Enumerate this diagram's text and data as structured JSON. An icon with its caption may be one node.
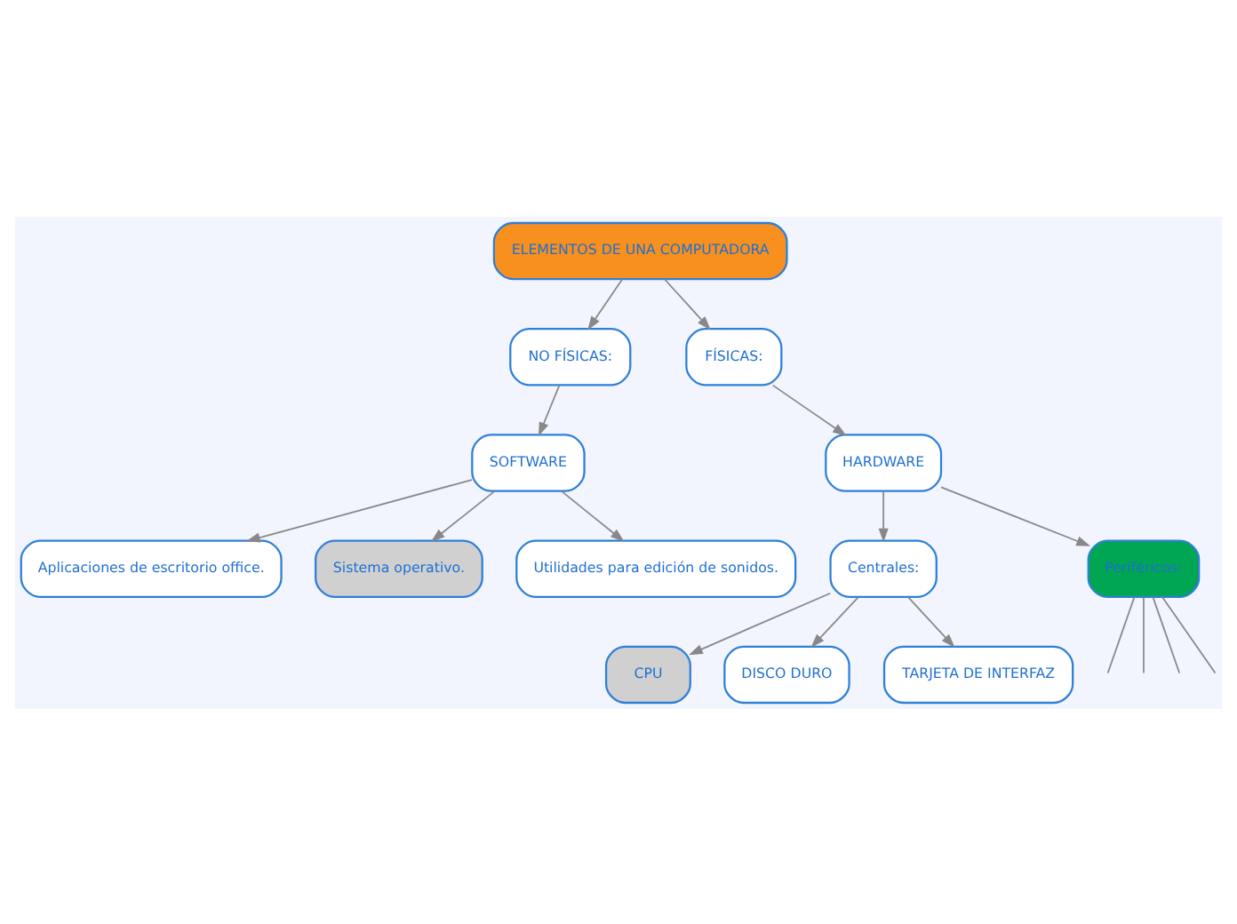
{
  "diagram": {
    "nodes": [
      {
        "text": [
          "ELEMENTOS DE UNA COMPUTADORA"
        ]
      },
      {
        "text": [
          "NO FÍSICAS:"
        ]
      },
      {
        "text": [
          "FÍSICAS:"
        ]
      },
      {
        "text": [
          "SOFTWARE"
        ]
      },
      {
        "text": [
          "HARDWARE"
        ]
      },
      {
        "text": [
          "Aplicaciones de escritorio office."
        ]
      },
      {
        "text": [
          "Sistema operativo."
        ]
      },
      {
        "text": [
          "Utilidades para edición de sonidos."
        ]
      },
      {
        "text": [
          "Centrales:"
        ]
      },
      {
        "text": [
          "Periféricos:"
        ]
      },
      {
        "text": [
          "CPU"
        ]
      },
      {
        "text": [
          "DISCO DURO"
        ]
      },
      {
        "text": [
          "TARJETA DE INTERFAZ"
        ]
      }
    ],
    "edges": [
      {
        "from": 0,
        "to": 1,
        "arrow": "to"
      },
      {
        "from": 0,
        "to": 2,
        "arrow": "to"
      },
      {
        "from": 1,
        "to": 3,
        "arrow": "to"
      },
      {
        "from": 2,
        "to": 4,
        "arrow": "to"
      },
      {
        "from": 3,
        "to": 5,
        "arrow": "to"
      },
      {
        "from": 3,
        "to": 6,
        "arrow": "to"
      },
      {
        "from": 3,
        "to": 7,
        "arrow": "to"
      },
      {
        "from": 4,
        "to": 8,
        "arrow": "to"
      },
      {
        "from": 4,
        "to": 9,
        "arrow": "to"
      },
      {
        "from": 8,
        "to": 10,
        "arrow": "to"
      },
      {
        "from": 8,
        "to": 11,
        "arrow": "to"
      },
      {
        "from": 8,
        "to": 12,
        "arrow": "to"
      },
      {
        "from": 9,
        "to": null,
        "arrow": "none"
      },
      {
        "from": 9,
        "to": null,
        "arrow": "none"
      },
      {
        "from": 9,
        "to": null,
        "arrow": "none"
      },
      {
        "from": 9,
        "to": null,
        "arrow": "none"
      }
    ]
  }
}
